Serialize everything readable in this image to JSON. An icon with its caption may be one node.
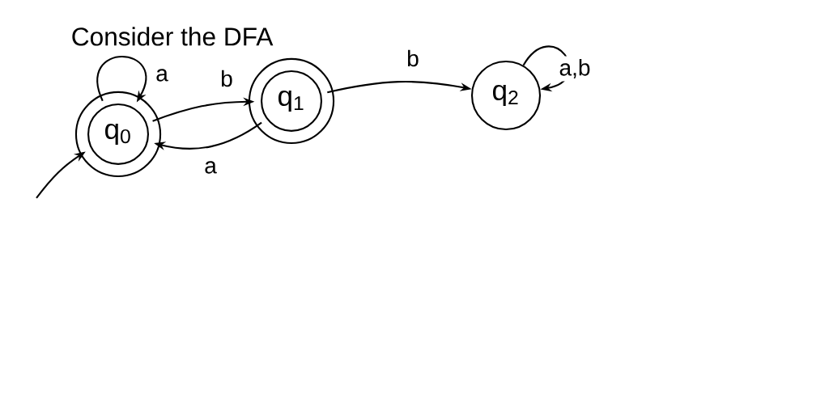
{
  "diagram": {
    "title": "Consider the DFA",
    "nodes": [
      {
        "text": [
          "q$_{0}$"
        ]
      },
      {
        "text": [
          "q$_{1}$"
        ]
      },
      {
        "text": [
          "q$_{2}$"
        ]
      }
    ],
    "edges": [
      {
        "from": null,
        "to": 0,
        "arrow": "to"
      },
      {
        "from": 0,
        "to": 0,
        "arrow": "to",
        "label": "a"
      },
      {
        "from": 0,
        "to": 1,
        "arrow": "to",
        "label": "b"
      },
      {
        "from": 1,
        "to": 0,
        "arrow": "to",
        "label": "a"
      },
      {
        "from": 1,
        "to": 2,
        "arrow": "to",
        "label": "b"
      },
      {
        "from": 2,
        "to": 2,
        "arrow": "to",
        "label": "a,b"
      }
    ]
  }
}
